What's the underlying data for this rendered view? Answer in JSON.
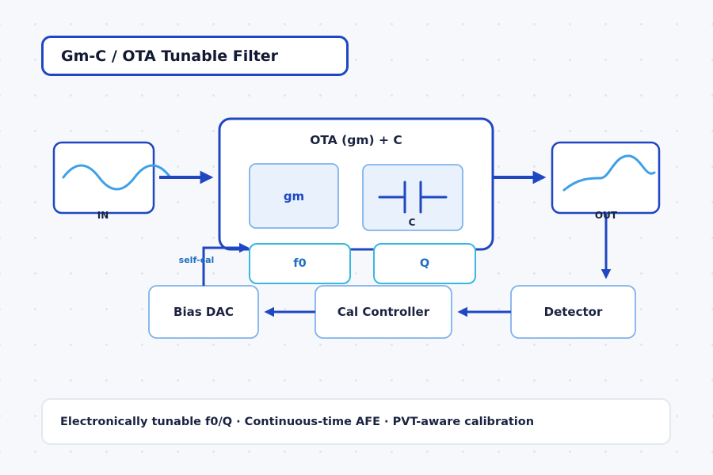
{
  "title": "Gm-C / OTA Tunable Filter",
  "footer": "Electronically tunable f0/Q · Continuous-time AFE · PVT-aware calibration",
  "blocks": {
    "ota": "OTA (gm) + C",
    "gm": "gm",
    "cap": "C",
    "f0": "f0",
    "q": "Q",
    "bias_dac": "Bias DAC",
    "cal_controller": "Cal Controller",
    "detector": "Detector",
    "in": "IN",
    "out": "OUT"
  },
  "edge_labels": {
    "self_cal": "self-cal"
  },
  "colors": {
    "primary": "#1f47c2",
    "light_blue": "#3fa0e6",
    "cyan": "#3ab8e0",
    "text": "#1a2340"
  }
}
